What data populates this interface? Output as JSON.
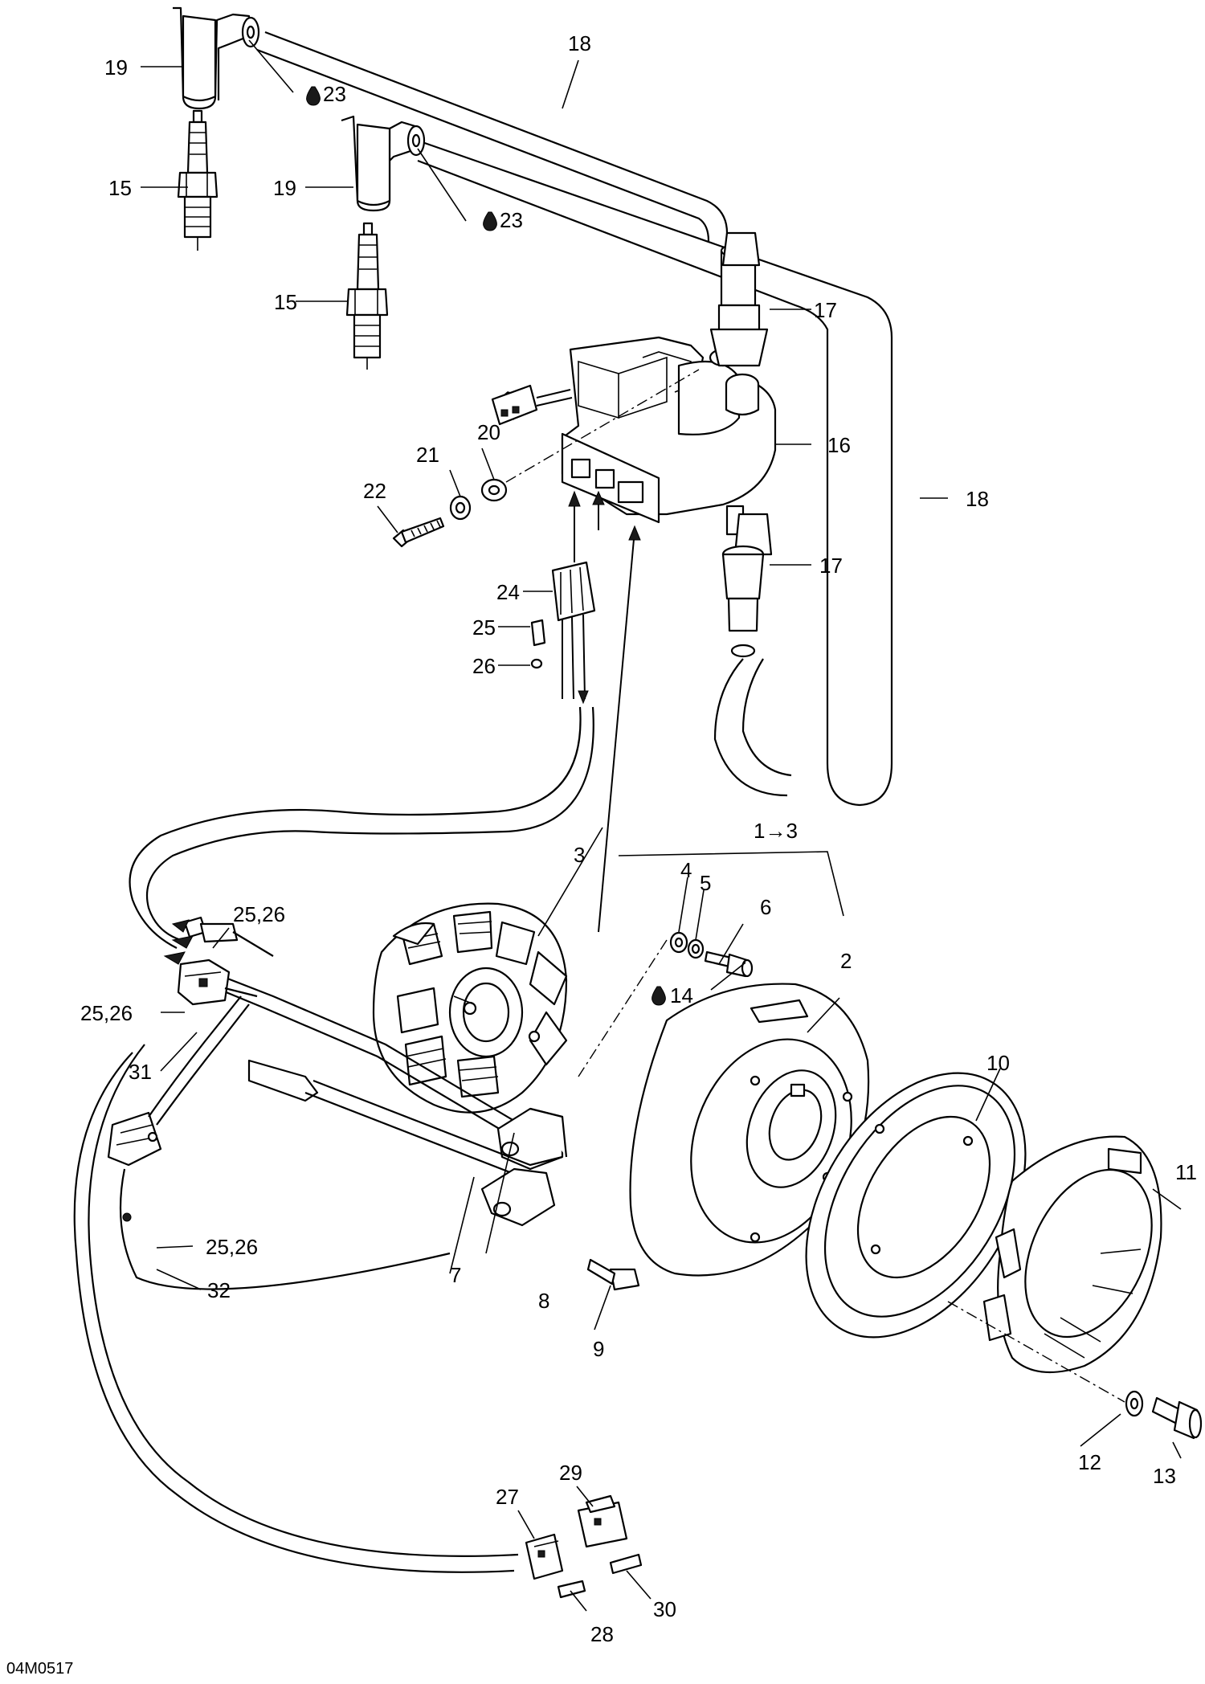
{
  "callouts": {
    "c1_3": "1→3",
    "c2": "2",
    "c3": "3",
    "c4": "4",
    "c5": "5",
    "c6": "6",
    "c7": "7",
    "c8": "8",
    "c9": "9",
    "c10": "10",
    "c11": "11",
    "c12": "12",
    "c13": "13",
    "c14": "14",
    "c15a": "15",
    "c15b": "15",
    "c16": "16",
    "c17a": "17",
    "c17b": "17",
    "c18a": "18",
    "c18b": "18",
    "c19a": "19",
    "c19b": "19",
    "c20": "20",
    "c21": "21",
    "c22": "22",
    "c23a": "23",
    "c23b": "23",
    "c24": "24",
    "c25": "25",
    "c26": "26",
    "c25_26a": "25,26",
    "c25_26b": "25,26",
    "c25_26c": "25,26",
    "c27": "27",
    "c28": "28",
    "c29": "29",
    "c30": "30",
    "c31": "31",
    "c32": "32"
  },
  "drawing_code": "04M0517",
  "icons": {
    "fluid": "drop-icon"
  }
}
